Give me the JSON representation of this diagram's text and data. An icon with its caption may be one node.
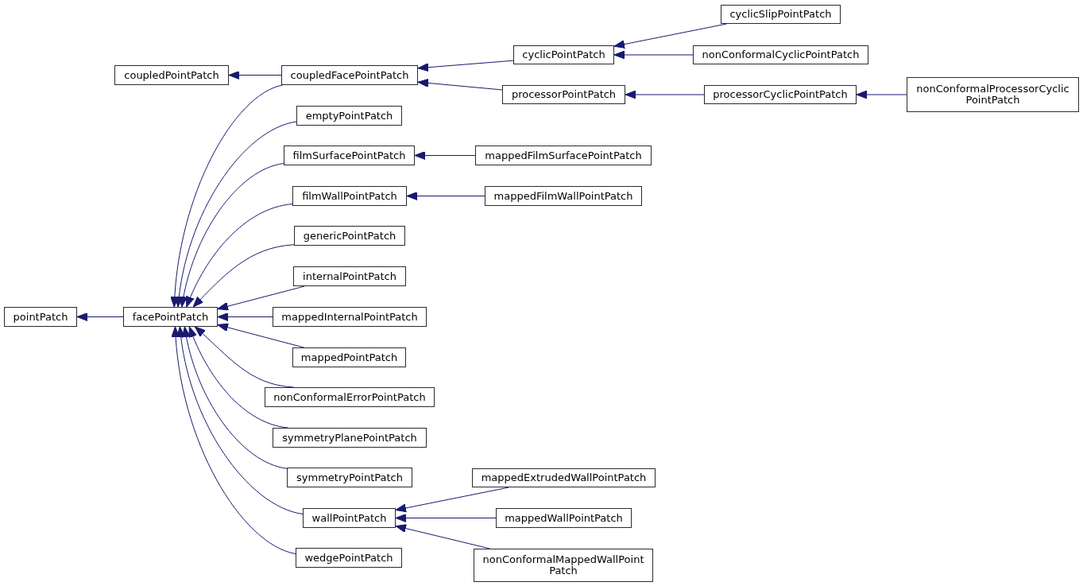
{
  "diagram": {
    "nodes": [
      {
        "text": [
          "pointPatch"
        ]
      },
      {
        "text": [
          "facePointPatch"
        ]
      },
      {
        "text": [
          "coupledPointPatch"
        ]
      },
      {
        "text": [
          "coupledFacePointPatch"
        ]
      },
      {
        "text": [
          "emptyPointPatch"
        ]
      },
      {
        "text": [
          "filmSurfacePointPatch"
        ]
      },
      {
        "text": [
          "filmWallPointPatch"
        ]
      },
      {
        "text": [
          "genericPointPatch"
        ]
      },
      {
        "text": [
          "internalPointPatch"
        ]
      },
      {
        "text": [
          "mappedInternalPointPatch"
        ]
      },
      {
        "text": [
          "mappedPointPatch"
        ]
      },
      {
        "text": [
          "nonConformalErrorPointPatch"
        ]
      },
      {
        "text": [
          "symmetryPlanePointPatch"
        ]
      },
      {
        "text": [
          "symmetryPointPatch"
        ]
      },
      {
        "text": [
          "wallPointPatch"
        ]
      },
      {
        "text": [
          "wedgePointPatch"
        ]
      },
      {
        "text": [
          "cyclicPointPatch"
        ]
      },
      {
        "text": [
          "processorPointPatch"
        ]
      },
      {
        "text": [
          "mappedFilmSurfacePointPatch"
        ]
      },
      {
        "text": [
          "mappedFilmWallPointPatch"
        ]
      },
      {
        "text": [
          "mappedExtrudedWallPointPatch"
        ]
      },
      {
        "text": [
          "mappedWallPointPatch"
        ]
      },
      {
        "text": [
          "nonConformalMappedWallPoint Patch"
        ]
      },
      {
        "text": [
          "cyclicSlipPointPatch"
        ]
      },
      {
        "text": [
          "nonConformalCyclicPointPatch"
        ]
      },
      {
        "text": [
          "processorCyclicPointPatch"
        ]
      },
      {
        "text": [
          "nonConformalProcessorCyclic PointPatch"
        ]
      }
    ],
    "edges": [
      {
        "from": 1,
        "to": 0,
        "arrow": "to"
      },
      {
        "from": 3,
        "to": 2,
        "arrow": "to"
      },
      {
        "from": 3,
        "to": 1,
        "arrow": "to"
      },
      {
        "from": 4,
        "to": 1,
        "arrow": "to"
      },
      {
        "from": 5,
        "to": 1,
        "arrow": "to"
      },
      {
        "from": 6,
        "to": 1,
        "arrow": "to"
      },
      {
        "from": 7,
        "to": 1,
        "arrow": "to"
      },
      {
        "from": 8,
        "to": 1,
        "arrow": "to"
      },
      {
        "from": 9,
        "to": 1,
        "arrow": "to"
      },
      {
        "from": 10,
        "to": 1,
        "arrow": "to"
      },
      {
        "from": 11,
        "to": 1,
        "arrow": "to"
      },
      {
        "from": 12,
        "to": 1,
        "arrow": "to"
      },
      {
        "from": 13,
        "to": 1,
        "arrow": "to"
      },
      {
        "from": 14,
        "to": 1,
        "arrow": "to"
      },
      {
        "from": 15,
        "to": 1,
        "arrow": "to"
      },
      {
        "from": 16,
        "to": 3,
        "arrow": "to"
      },
      {
        "from": 17,
        "to": 3,
        "arrow": "to"
      },
      {
        "from": 18,
        "to": 5,
        "arrow": "to"
      },
      {
        "from": 19,
        "to": 6,
        "arrow": "to"
      },
      {
        "from": 20,
        "to": 14,
        "arrow": "to"
      },
      {
        "from": 21,
        "to": 14,
        "arrow": "to"
      },
      {
        "from": 22,
        "to": 14,
        "arrow": "to"
      },
      {
        "from": 23,
        "to": 16,
        "arrow": "to"
      },
      {
        "from": 24,
        "to": 16,
        "arrow": "to"
      },
      {
        "from": 25,
        "to": 17,
        "arrow": "to"
      },
      {
        "from": 26,
        "to": 25,
        "arrow": "to"
      }
    ]
  }
}
